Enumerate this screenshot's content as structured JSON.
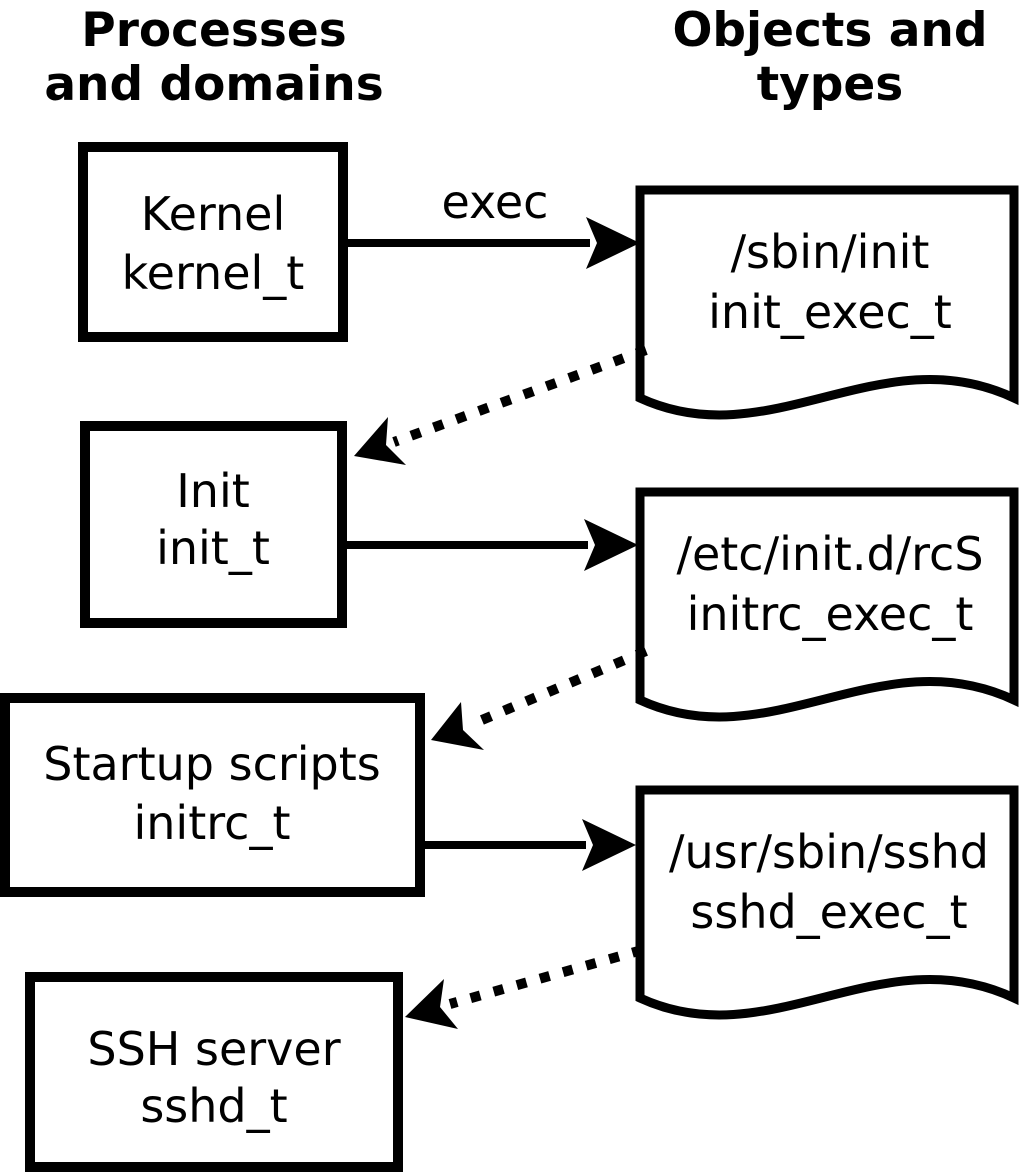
{
  "diagram": {
    "background_color": "#ffffff",
    "stroke_color": "#000000",
    "text_color": "#000000",
    "column_headers": {
      "left": {
        "line1": "Processes",
        "line2": "and domains"
      },
      "right": {
        "line1": "Objects and",
        "line2": "types"
      }
    },
    "process_nodes": [
      {
        "label": "Kernel",
        "type": "kernel_t"
      },
      {
        "label": "Init",
        "type": "init_t"
      },
      {
        "label": "Startup scripts",
        "type": "initrc_t"
      },
      {
        "label": "SSH server",
        "type": "sshd_t"
      }
    ],
    "object_nodes": [
      {
        "label": "/sbin/init",
        "type": "init_exec_t"
      },
      {
        "label": "/etc/init.d/rcS",
        "type": "initrc_exec_t"
      },
      {
        "label": "/usr/sbin/sshd",
        "type": "sshd_exec_t"
      }
    ],
    "edges": [
      {
        "from": "kernel_t",
        "to": "init_exec_t",
        "style": "solid",
        "label": "exec"
      },
      {
        "from": "init_exec_t",
        "to": "init_t",
        "style": "dotted",
        "label": ""
      },
      {
        "from": "init_t",
        "to": "initrc_exec_t",
        "style": "solid",
        "label": ""
      },
      {
        "from": "initrc_exec_t",
        "to": "initrc_t",
        "style": "dotted",
        "label": ""
      },
      {
        "from": "initrc_t",
        "to": "sshd_exec_t",
        "style": "solid",
        "label": ""
      },
      {
        "from": "sshd_exec_t",
        "to": "sshd_t",
        "style": "dotted",
        "label": ""
      }
    ]
  }
}
